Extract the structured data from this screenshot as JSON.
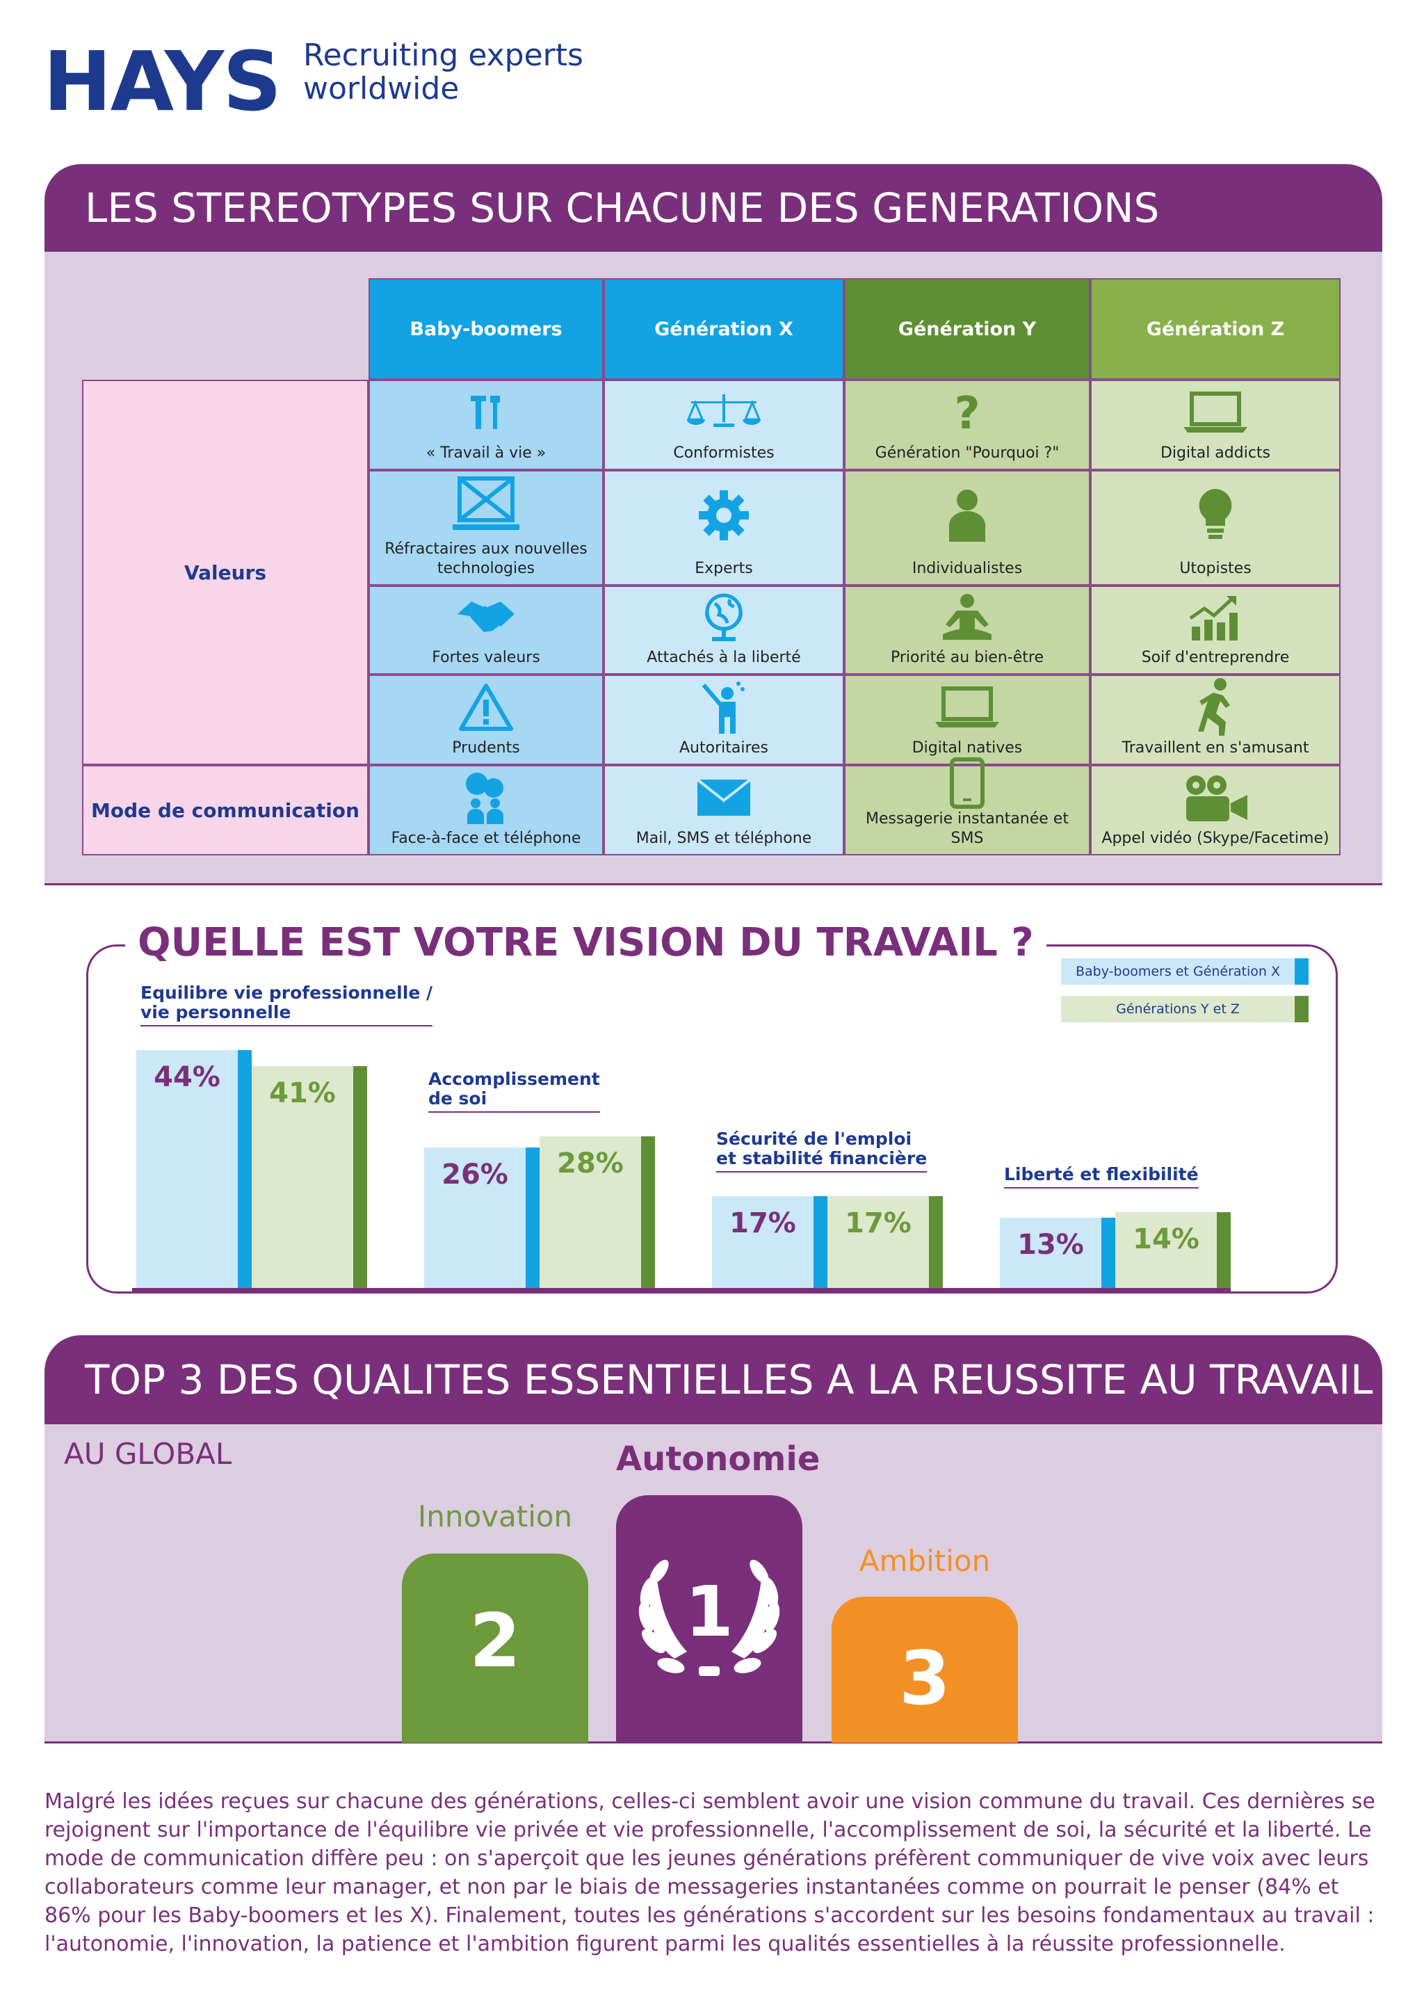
{
  "header": {
    "logo": "HAYS",
    "tagline_1": "Recruiting experts",
    "tagline_2": "worldwide"
  },
  "section1": {
    "title": "LES STEREOTYPES SUR CHACUNE DES GENERATIONS",
    "columns": [
      "Baby-boomers",
      "Génération X",
      "Génération Y",
      "Génération Z"
    ],
    "row_labels": {
      "valeurs": "Valeurs",
      "communication": "Mode de communication"
    },
    "rows": [
      [
        {
          "label": "« Travail à vie »",
          "icon": "tools-icon"
        },
        {
          "label": "Conformistes",
          "icon": "scales-icon"
        },
        {
          "label": "Génération \"Pourquoi ?\"",
          "icon": "question-mark-icon"
        },
        {
          "label": "Digital addicts",
          "icon": "laptop-icon"
        }
      ],
      [
        {
          "label": "Réfractaires aux nouvelles technologies",
          "icon": "crossed-computer-icon"
        },
        {
          "label": "Experts",
          "icon": "gear-icon"
        },
        {
          "label": "Individualistes",
          "icon": "person-icon"
        },
        {
          "label": "Utopistes",
          "icon": "lightbulb-icon"
        }
      ],
      [
        {
          "label": "Fortes valeurs",
          "icon": "handshake-icon"
        },
        {
          "label": "Attachés à la liberté",
          "icon": "globe-icon"
        },
        {
          "label": "Priorité au bien-être",
          "icon": "meditation-icon"
        },
        {
          "label": "Soif d'entreprendre",
          "icon": "growth-chart-icon"
        }
      ],
      [
        {
          "label": "Prudents",
          "icon": "warning-icon"
        },
        {
          "label": "Autoritaires",
          "icon": "conductor-icon"
        },
        {
          "label": "Digital natives",
          "icon": "laptop-icon"
        },
        {
          "label": "Travaillent en s'amusant",
          "icon": "running-person-icon"
        }
      ],
      [
        {
          "label": "Face-à-face et téléphone",
          "icon": "conversation-icon"
        },
        {
          "label": "Mail, SMS et téléphone",
          "icon": "envelope-icon"
        },
        {
          "label": "Messagerie instantanée et SMS",
          "icon": "tablet-icon"
        },
        {
          "label": "Appel vidéo (Skype/Facetime)",
          "icon": "video-camera-icon"
        }
      ]
    ],
    "colors": {
      "bb_header": "#13a3e3",
      "x_header": "#13a3e3",
      "y_header": "#5f8f35",
      "z_header": "#88b04b",
      "bb_cell": "#a6d7f3",
      "x_cell": "#cbe8f8",
      "y_cell": "#c4d6a4",
      "z_cell": "#d3e2bc"
    }
  },
  "section2": {
    "title": "QUELLE EST VOTRE VISION DU TRAVAIL ?",
    "legend": [
      "Baby-boomers et Génération X",
      "Générations Y et Z"
    ],
    "chart_data": {
      "type": "bar",
      "title": "QUELLE EST VOTRE VISION DU TRAVAIL ?",
      "categories": [
        "Equilibre vie professionnelle / vie personnelle",
        "Accomplissement de soi",
        "Sécurité de l'emploi et stabilité financière",
        "Liberté et flexibilité"
      ],
      "category_lines": [
        [
          "Equilibre vie professionnelle /",
          "vie personnelle"
        ],
        [
          "Accomplissement",
          "de soi"
        ],
        [
          "Sécurité de l'emploi",
          "et stabilité financière"
        ],
        [
          "Liberté et flexibilité"
        ]
      ],
      "series": [
        {
          "name": "Baby-boomers et Génération X",
          "values": [
            44,
            26,
            17,
            13
          ],
          "labels": [
            "44%",
            "26%",
            "17%",
            "13%"
          ],
          "color": "#cbe8f8",
          "edge": "#13a3e3"
        },
        {
          "name": "Générations Y et Z",
          "values": [
            41,
            28,
            17,
            14
          ],
          "labels": [
            "41%",
            "28%",
            "17%",
            "14%"
          ],
          "color": "#dde8cc",
          "edge": "#5f8f35"
        }
      ],
      "ylim": [
        0,
        44
      ],
      "legend_position": "top-right"
    }
  },
  "section3": {
    "title": "TOP 3 DES QUALITES ESSENTIELLES A LA REUSSITE AU TRAVAIL",
    "subtitle": "AU GLOBAL",
    "podium": [
      {
        "rank": "1",
        "label": "Autonomie",
        "color": "#7a2f7b"
      },
      {
        "rank": "2",
        "label": "Innovation",
        "color": "#6c9a3c"
      },
      {
        "rank": "3",
        "label": "Ambition",
        "color": "#f39025"
      }
    ]
  },
  "footer": {
    "paragraph": "Malgré les idées reçues sur chacune des générations, celles-ci semblent avoir une vision commune du travail. Ces dernières se rejoignent sur l'importance de l'équilibre vie privée et vie professionnelle, l'accomplissement de soi, la sécurité et la liberté. Le mode de communication diffère peu : on s'aperçoit que les jeunes générations préfèrent communiquer de vive voix avec leurs collaborateurs comme leur manager, et non par le biais de messageries instantanées comme on pourrait le penser (84% et 86% pour les Baby-boomers et les X). Finalement, toutes les générations s'accordent sur les besoins fondamentaux au travail : l'autonomie, l'innovation, la patience et l'ambition figurent parmi les qualités essentielles à la réussite professionnelle."
  }
}
